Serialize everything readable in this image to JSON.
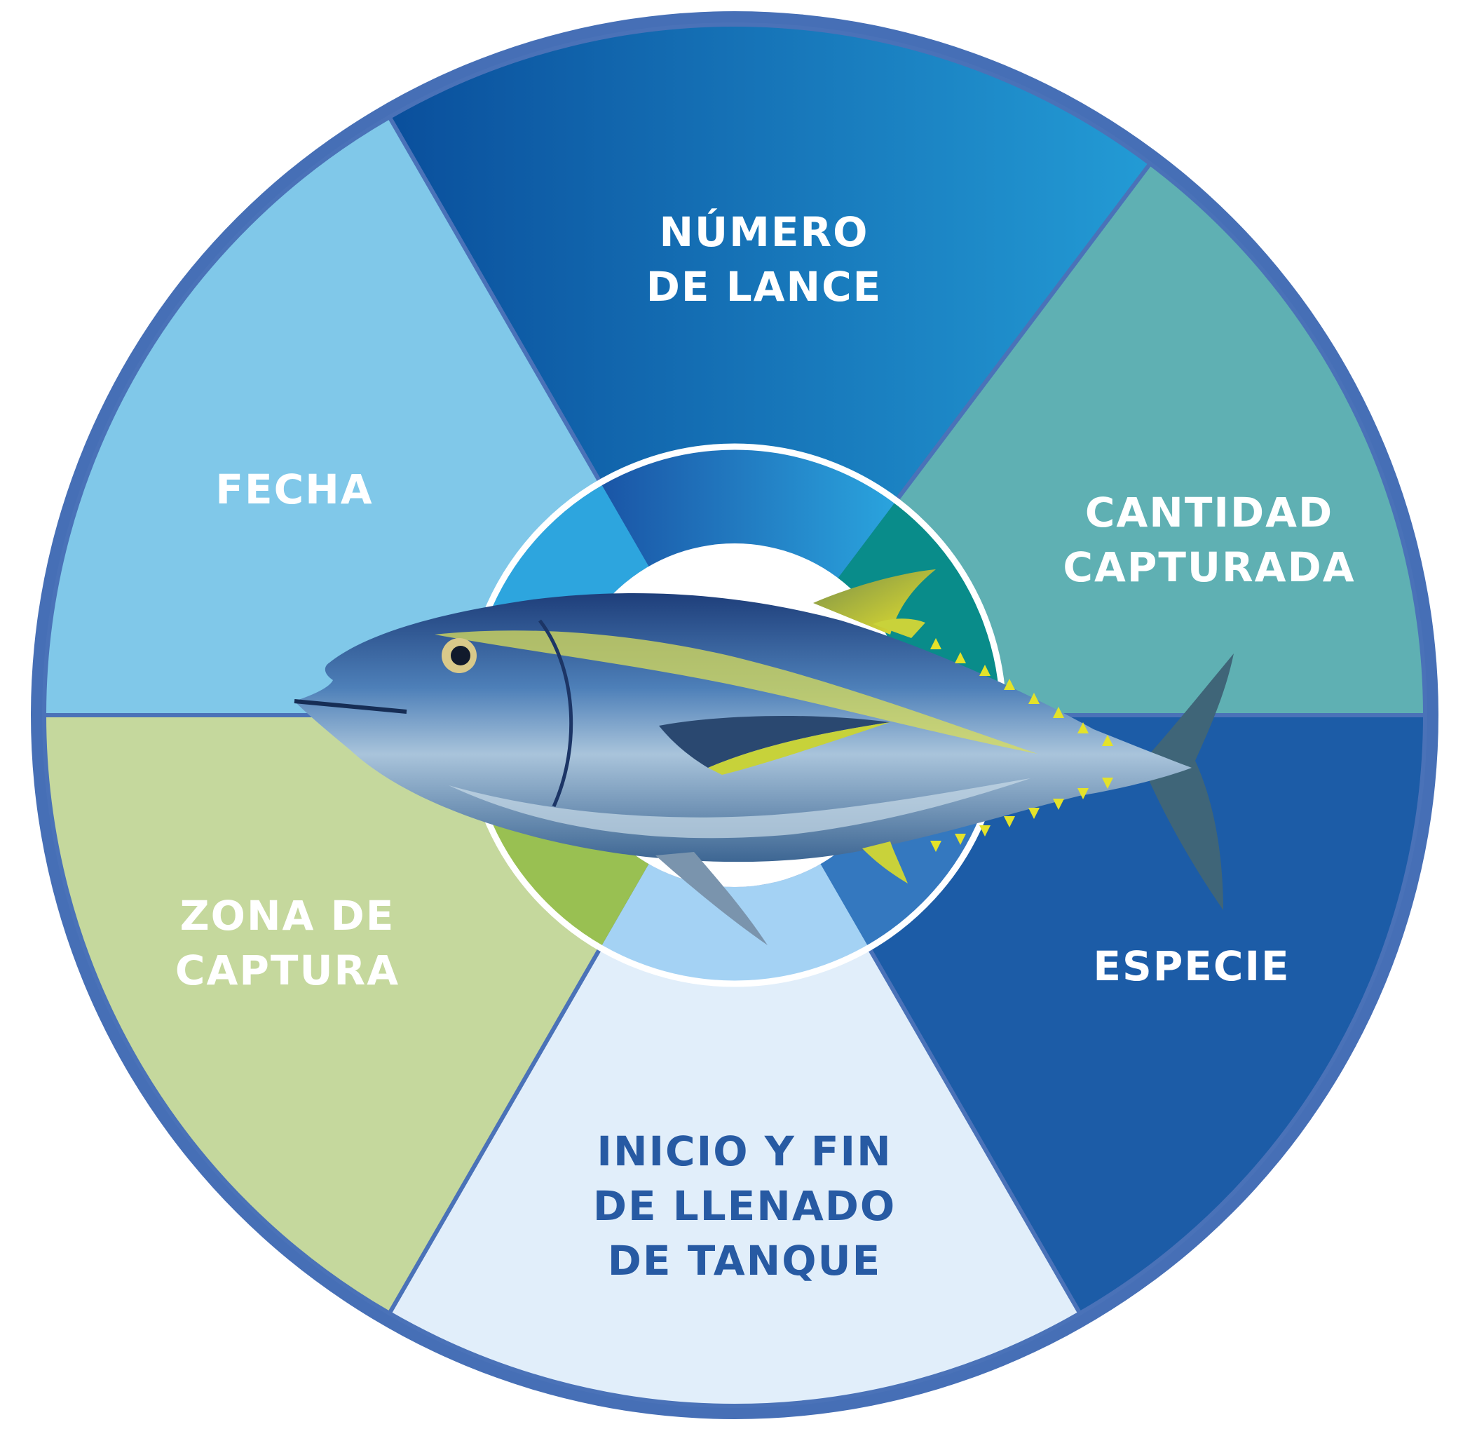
{
  "colors": {
    "outer_ring": "#466fb6",
    "divider": "#4a72b8",
    "text_light": "#ffffff",
    "text_dark": "#275aa3"
  },
  "segments": [
    {
      "id": "numero-de-lance",
      "label": "NÚMERO\nDE LANCE",
      "color_a": "#0a4f9c",
      "color_b": "#239bd5",
      "inner_a": "#1a55a6",
      "inner_b": "#2aa4de",
      "text_color": "#ffffff"
    },
    {
      "id": "cantidad-capturada",
      "label": "CANTIDAD\nCAPTURADA",
      "color_a": "#5fb0b3",
      "color_b": "#5fb0b3",
      "inner_a": "#098c8a",
      "inner_b": "#098c8a",
      "text_color": "#ffffff"
    },
    {
      "id": "especie",
      "label": "ESPECIE",
      "color_a": "#1c5ca7",
      "color_b": "#1c5ca7",
      "inner_a": "#3478bf",
      "inner_b": "#3478bf",
      "text_color": "#ffffff"
    },
    {
      "id": "inicio-y-fin",
      "label": "INICIO Y FIN\nDE LLENADO\nDE TANQUE",
      "color_a": "#e1eefa",
      "color_b": "#e1eefa",
      "inner_a": "#a4d2f4",
      "inner_b": "#a4d2f4",
      "text_color": "#275aa3"
    },
    {
      "id": "zona-de-captura",
      "label": "ZONA DE\nCAPTURA",
      "color_a": "#c5d89d",
      "color_b": "#c5d89d",
      "inner_a": "#99c052",
      "inner_b": "#99c052",
      "text_color": "#ffffff"
    },
    {
      "id": "fecha",
      "label": "FECHA",
      "color_a": "#80c8e9",
      "color_b": "#80c8e9",
      "inner_a": "#2da5de",
      "inner_b": "#2da5de",
      "text_color": "#ffffff"
    }
  ],
  "center_image": "yellowfin-tuna"
}
